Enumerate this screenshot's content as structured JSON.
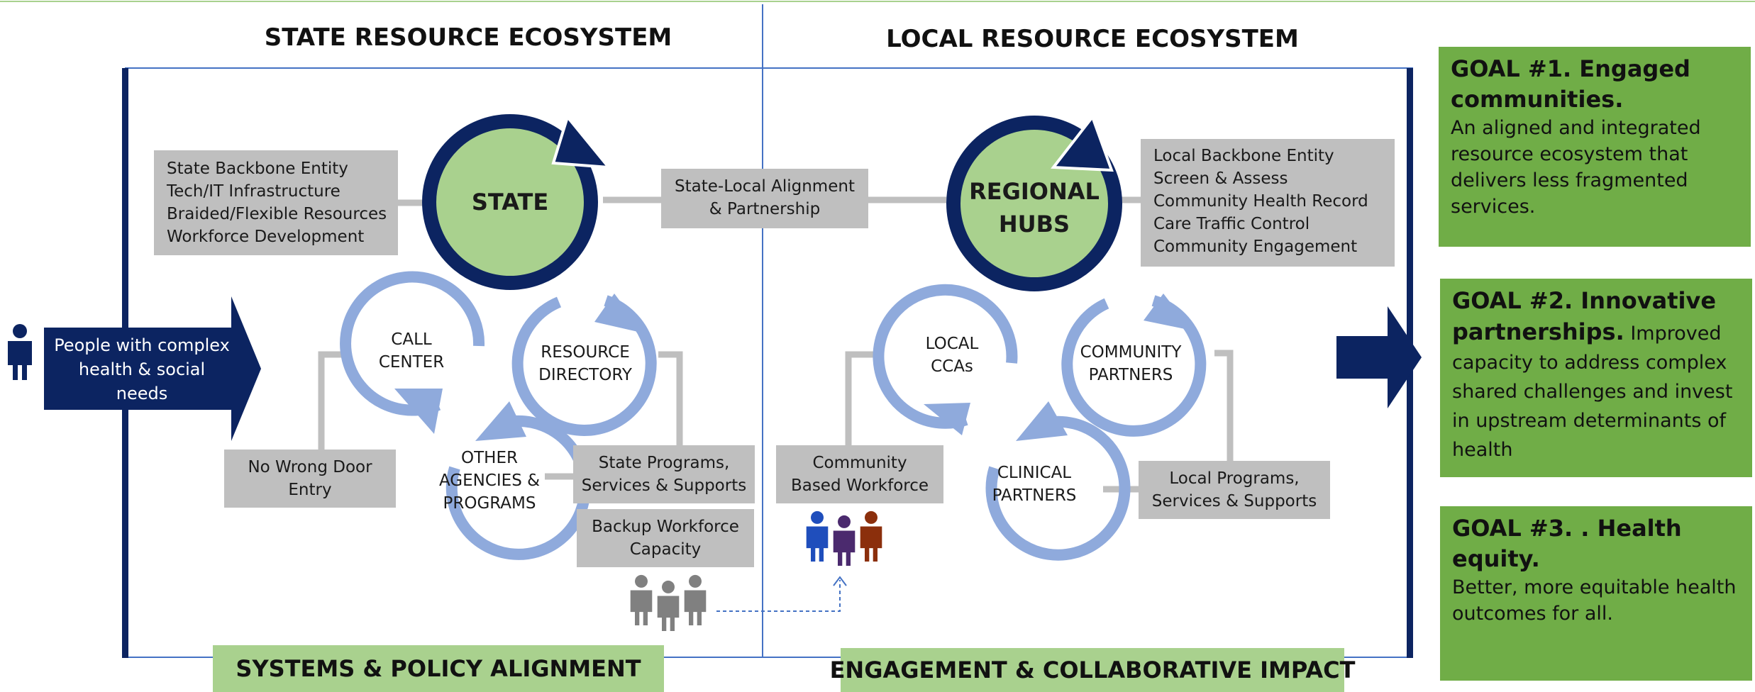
{
  "state_title": "STATE RESOURCE ECOSYSTEM",
  "local_title": "LOCAL RESOURCE ECOSYSTEM",
  "people_arrow": {
    "line1": "People with complex",
    "line2": "health & social",
    "line3": "needs"
  },
  "state_node": "STATE",
  "regional_node": {
    "line1": "REGIONAL",
    "line2": "HUBS"
  },
  "state_box": [
    "State Backbone Entity",
    "Tech/IT Infrastructure",
    "Braided/Flexible Resources",
    "Workforce Development"
  ],
  "alignment_box": {
    "line1": "State-Local Alignment",
    "line2": "&  Partnership"
  },
  "local_box": [
    "Local Backbone Entity",
    "Screen & Assess",
    "Community Health Record",
    "Care Traffic Control",
    "Community Engagement"
  ],
  "state_cycles": {
    "call_center": {
      "line1": "CALL",
      "line2": "CENTER"
    },
    "resource_directory": {
      "line1": "RESOURCE",
      "line2": "DIRECTORY"
    },
    "other_agencies": {
      "line1": "OTHER",
      "line2": "AGENCIES &",
      "line3": "PROGRAMS"
    }
  },
  "local_cycles": {
    "local_ccas": {
      "line1": "LOCAL",
      "line2": "CCAs"
    },
    "community_partners": {
      "line1": "COMMUNITY",
      "line2": "PARTNERS"
    },
    "clinical_partners": {
      "line1": "CLINICAL",
      "line2": "PARTNERS"
    }
  },
  "no_wrong_door": {
    "line1": "No Wrong Door",
    "line2": "Entry"
  },
  "state_programs": {
    "line1": "State Programs,",
    "line2": "Services & Supports"
  },
  "backup_workforce": {
    "line1": "Backup Workforce",
    "line2": "Capacity"
  },
  "community_workforce": {
    "line1": "Community",
    "line2": "Based Workforce"
  },
  "local_programs": {
    "line1": "Local Programs,",
    "line2": "Services & Supports"
  },
  "bottom_left": "SYSTEMS & POLICY ALIGNMENT",
  "bottom_right": "ENGAGEMENT & COLLABORATIVE IMPACT",
  "goals": [
    {
      "title": "GOAL #1. Engaged communities.",
      "text": "An aligned and integrated resource ecosystem that delivers less fragmented services."
    },
    {
      "title": "GOAL #2. Innovative partnerships.",
      "text": "Improved capacity to address complex shared challenges and invest in upstream determinants of health"
    },
    {
      "title": "GOAL #3. . Health equity.",
      "text": "Better, more equitable health outcomes for all."
    }
  ],
  "colors": {
    "navy": "#0c2461",
    "green_light": "#a9d18e",
    "green_goal": "#70ad47",
    "blue_cycle": "#8faadc",
    "gray_box": "#bfbfbf",
    "frame_line": "#4472c4"
  },
  "icons": [
    "person-icon",
    "worker-group-icon",
    "diverse-people-icon",
    "cycle-arrow-icon",
    "right-arrow-icon"
  ]
}
